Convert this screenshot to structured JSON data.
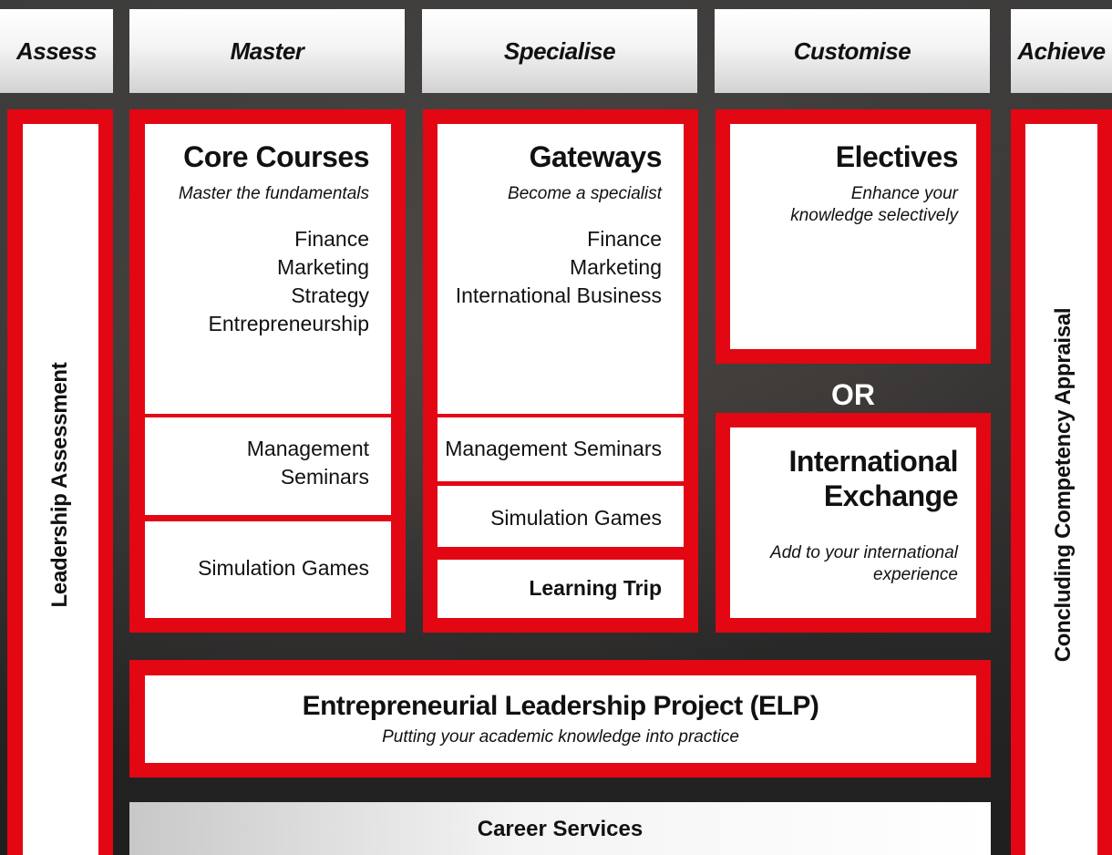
{
  "phases": [
    "Assess",
    "Master",
    "Specialise",
    "Customise",
    "Achieve"
  ],
  "leadership_assessment": "Leadership Assessment",
  "concluding_appraisal": "Concluding Competency Appraisal",
  "core": {
    "title": "Core Courses",
    "subtitle": "Master the fundamentals",
    "items": [
      "Finance",
      "Marketing",
      "Strategy",
      "Entrepreneurship"
    ],
    "seminars": "Management Seminars",
    "simulation": "Simulation Games"
  },
  "gateways": {
    "title": "Gateways",
    "subtitle": "Become a specialist",
    "items": [
      "Finance",
      "Marketing",
      "International Business"
    ],
    "seminars": "Management Seminars",
    "simulation": "Simulation Games",
    "trip": "Learning Trip"
  },
  "electives": {
    "title": "Electives",
    "subtitle": "Enhance your knowledge selectively"
  },
  "or_label": "OR",
  "exchange": {
    "title": "International Exchange",
    "subtitle": "Add to your international experience"
  },
  "elp": {
    "title": "Entrepreneurial Leadership Project (ELP)",
    "subtitle": "Putting your academic knowledge into practice"
  },
  "career": "Career Services",
  "colors": {
    "accent_red": "#e30613",
    "background": "#2b2b2b"
  }
}
